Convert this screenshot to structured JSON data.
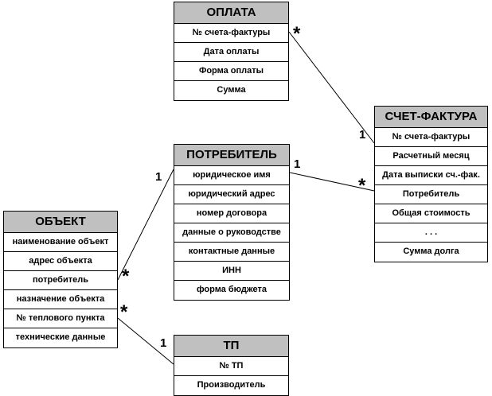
{
  "entities": {
    "oplata": {
      "title": "ОПЛАТА",
      "fields": [
        "№ счета-фактуры",
        "Дата оплаты",
        "Форма оплаты",
        "Сумма"
      ]
    },
    "schet": {
      "title": "СЧЕТ-ФАКТУРА",
      "fields": [
        "№ счета-фактуры",
        "Расчетный месяц",
        "Дата выписки сч.-фак.",
        "Потребитель",
        "Общая стоимость",
        ".   .   .",
        "Сумма  долга"
      ]
    },
    "potreb": {
      "title": "ПОТРЕБИТЕЛЬ",
      "fields": [
        "юридическое имя",
        "юридический адрес",
        "номер договора",
        "данные о руководстве",
        "контактные данные",
        "ИНН",
        "форма  бюджета"
      ]
    },
    "obekt": {
      "title": "ОБЪЕКТ",
      "fields": [
        "наименование объект",
        "адрес объекта",
        "потребитель",
        "назначение объекта",
        "№ теплового пункта",
        "технические данные"
      ]
    },
    "tp": {
      "title": "ТП",
      "fields": [
        "№ ТП",
        "Производитель"
      ]
    }
  },
  "multiplicities": {
    "oplata_side": "*",
    "schet_from_oplata": "1",
    "potreb_to_schet": "1",
    "schet_from_potreb": "*",
    "potreb_to_obekt": "1",
    "obekt_from_potreb": "*",
    "obekt_to_tp": "*",
    "tp_from_obekt": "1"
  }
}
